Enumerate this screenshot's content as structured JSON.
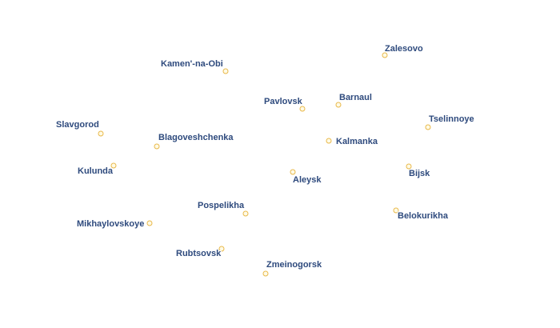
{
  "map": {
    "label_color": "#2e4a7d",
    "marker_fill": "#fffbe6",
    "marker_stroke": "#e8b84a"
  },
  "cities": [
    {
      "name": "Zalesovo"
    },
    {
      "name": "Kamen'-na-Obi"
    },
    {
      "name": "Barnaul"
    },
    {
      "name": "Pavlovsk"
    },
    {
      "name": "Tselinnoye"
    },
    {
      "name": "Slavgorod"
    },
    {
      "name": "Blagoveshchenka"
    },
    {
      "name": "Kalmanka"
    },
    {
      "name": "Kulunda"
    },
    {
      "name": "Bijsk"
    },
    {
      "name": "Aleysk"
    },
    {
      "name": "Pospelikha"
    },
    {
      "name": "Belokurikha"
    },
    {
      "name": "Mikhaylovskoye"
    },
    {
      "name": "Rubtsovsk"
    },
    {
      "name": "Zmeinogorsk"
    }
  ]
}
